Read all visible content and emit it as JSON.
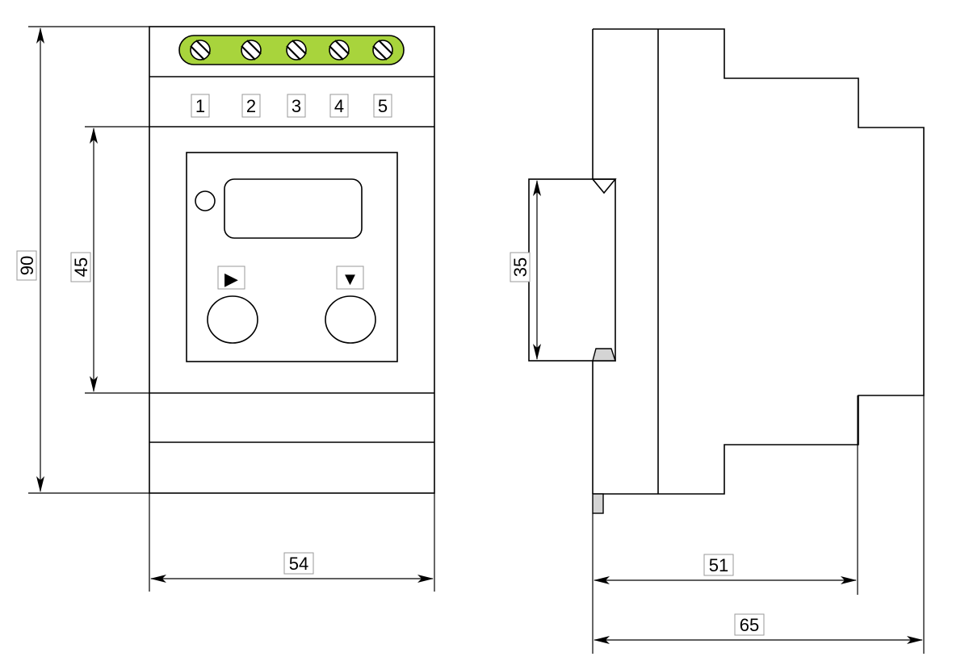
{
  "front_view": {
    "terminal_labels": [
      "1",
      "2",
      "3",
      "4",
      "5"
    ],
    "buttons": [
      {
        "symbol": "▶",
        "icon": "play-triangle-right-icon"
      },
      {
        "symbol": "▼",
        "icon": "triangle-down-icon"
      }
    ],
    "dimensions": {
      "height_total": "90",
      "height_panel": "45",
      "width": "54"
    }
  },
  "side_view": {
    "dimensions": {
      "rail_height": "35",
      "depth_inner": "51",
      "depth_total": "65"
    }
  },
  "colors": {
    "terminal_strip": "#a8d43c",
    "line": "#000000",
    "clip": "#d4d4d4",
    "label_box_border": "#9a9a9a"
  }
}
